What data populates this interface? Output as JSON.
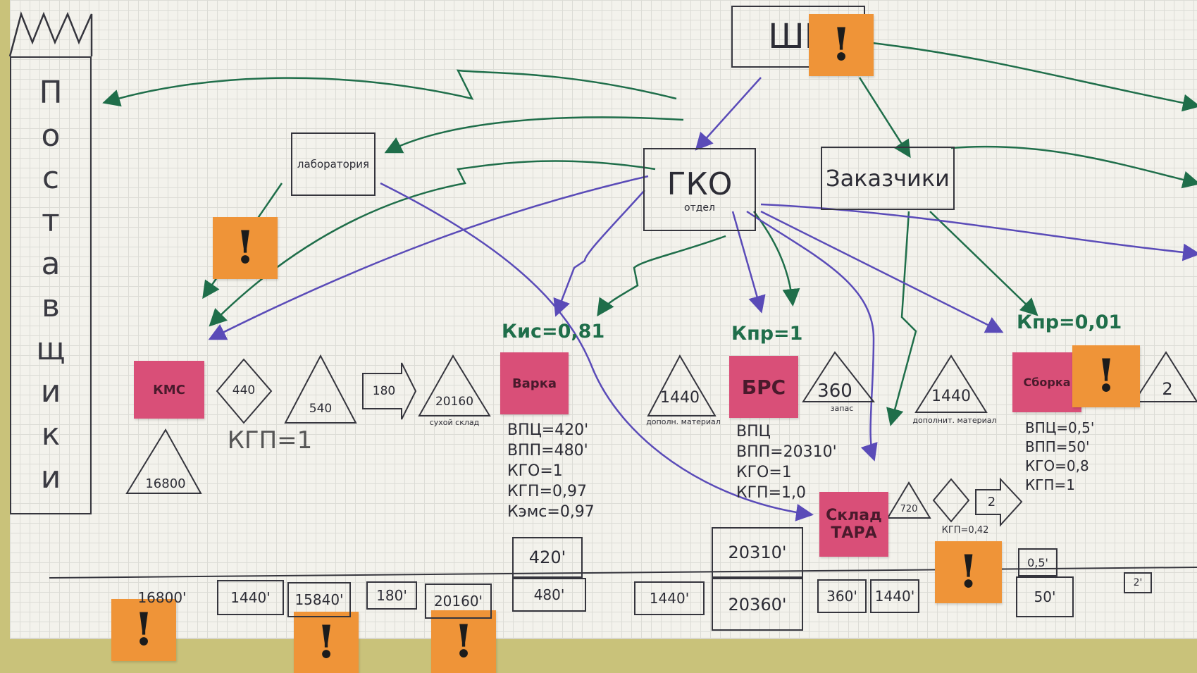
{
  "supplier": {
    "letters": [
      "П",
      "о",
      "с",
      "т",
      "а",
      "в",
      "щ",
      "и",
      "к",
      "и"
    ]
  },
  "top_customer_box": {
    "label": "ШК"
  },
  "gko_box": {
    "label": "ГКО",
    "sub": "отдел"
  },
  "customers_box": {
    "label": "Заказчики"
  },
  "lab_box": {
    "label": "лаборатория"
  },
  "k_values": {
    "left": "Кис=0,81",
    "middle": "Кпр=1",
    "right": "Кпр=0,01"
  },
  "process_notes": {
    "kmc": "КМС",
    "mid": "Варка",
    "center": "БРС",
    "right": "Сборка",
    "storage": "Склад ТАРА"
  },
  "inventory": {
    "diamond": "440",
    "tri1": "540",
    "arrow_val": "180",
    "tri2": "20160",
    "tri3": "1440",
    "tri4": "360",
    "tri5": "1440",
    "tri6": "2",
    "tri_bottom": "16800",
    "tri_small": "720",
    "arrow_small": "2"
  },
  "labels": {
    "kgp_left": "КГП=1",
    "tri2_caption": "сухой склад",
    "tri3_caption": "дополн. материал",
    "tri4_caption": "запас",
    "tri5_caption": "дополнит. материал",
    "kgp_small": "КГП=0,42"
  },
  "metrics_mid": [
    "ВПЦ=420'",
    "ВПП=480'",
    "КГО=1",
    "КГП=0,97",
    "Кэмс=0,97"
  ],
  "metrics_center": [
    "ВПЦ",
    "ВПП=20310'",
    "КГО=1",
    "КГП=1,0"
  ],
  "metrics_right": [
    "ВПЦ=0,5'",
    "ВПП=50'",
    "КГО=0,8",
    "КГП=1"
  ],
  "timeline": {
    "upper": [
      "420'",
      "20310'",
      "0,5'",
      "2'"
    ],
    "lower": [
      "16800'",
      "1440'",
      "15840'",
      "180'",
      "20160'",
      "480'",
      "1440'",
      "20360'",
      "360'",
      "1440'",
      "50'"
    ]
  },
  "colors": {
    "pink": "#d94f78",
    "orange": "#ef9438",
    "green": "#1f6e4a",
    "purple": "#5a4bb8"
  }
}
